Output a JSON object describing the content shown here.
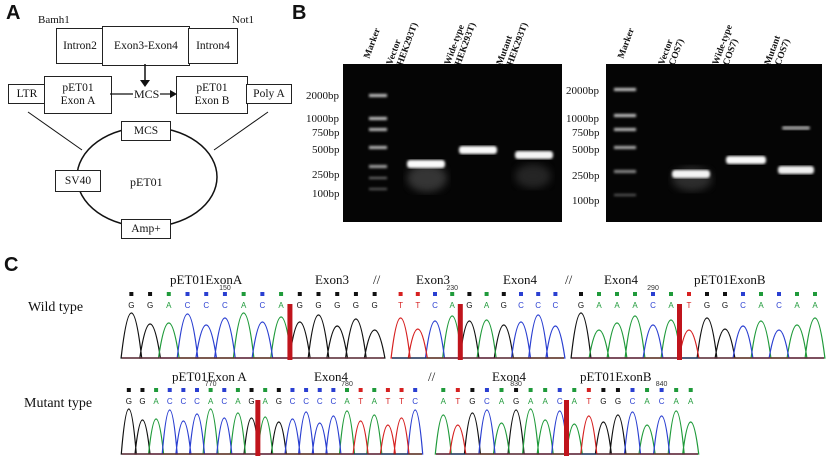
{
  "panels": {
    "a": "A",
    "b": "B",
    "c": "C"
  },
  "panel_a": {
    "bamh1": "Bamh1",
    "not1": "Not1",
    "intron2": "Intron2",
    "exon3_exon4": "Exon3-Exon4",
    "intron4": "Intron4",
    "ltr": "LTR",
    "pet01_exon_a": "pET01\nExon A",
    "mcs_mid": "MCS",
    "pet01_exon_b": "pET01\nExon B",
    "poly_a": "Poly A",
    "mcs_ring": "MCS",
    "sv40": "SV40",
    "pet01": "pET01",
    "amp": "Amp+"
  },
  "panel_b": {
    "gel1": {
      "lanes": [
        "Marker",
        "Vector\n(HEK293T)",
        "Wide-type\n(HEK293T)",
        "Mutant\n(HEK293T)"
      ],
      "ladder": [
        "2000bp",
        "1000bp",
        "750bp",
        "500bp",
        "250bp",
        "100bp"
      ]
    },
    "gel2": {
      "lanes": [
        "Marker",
        "Vector\n(COS7)",
        "Wide-type\n(COS7)",
        "Mutant\n(COS7)"
      ],
      "ladder": [
        "2000bp",
        "1000bp",
        "750bp",
        "500bp",
        "250bp",
        "100bp"
      ]
    }
  },
  "panel_c": {
    "wild_row_label": "Wild type",
    "mutant_row_label": "Mutant type",
    "wild_headers": [
      "pET01ExonA",
      "Exon3",
      "//",
      "Exon3",
      "Exon4",
      "//",
      "Exon4",
      "pET01ExonB"
    ],
    "mutant_headers": [
      "pET01Exon A",
      "Exon4",
      "//",
      "Exon4",
      "pET01ExonB"
    ],
    "wild_seq1": "GGACCCACAGGGGG",
    "wild_seq1_pos": "150",
    "wild_seq2": "TTCAGAGCCC",
    "wild_seq2_pos": "230",
    "wild_seq3": "GAAACATGGCACAA",
    "wild_seq3_pos": "290",
    "mutant_seq1": "GGACCCACAGAGCCCCATATTC",
    "mutant_pos1": "770",
    "mutant_pos2": "780",
    "mutant_seq2": "ATGCAGAACATGGCACAA",
    "mutant_pos3": "830",
    "mutant_pos4": "840"
  },
  "colors": {
    "A": "#1f9a3a",
    "C": "#2a3fd1",
    "G": "#111111",
    "T": "#d62020",
    "marker": "#c0141c"
  }
}
